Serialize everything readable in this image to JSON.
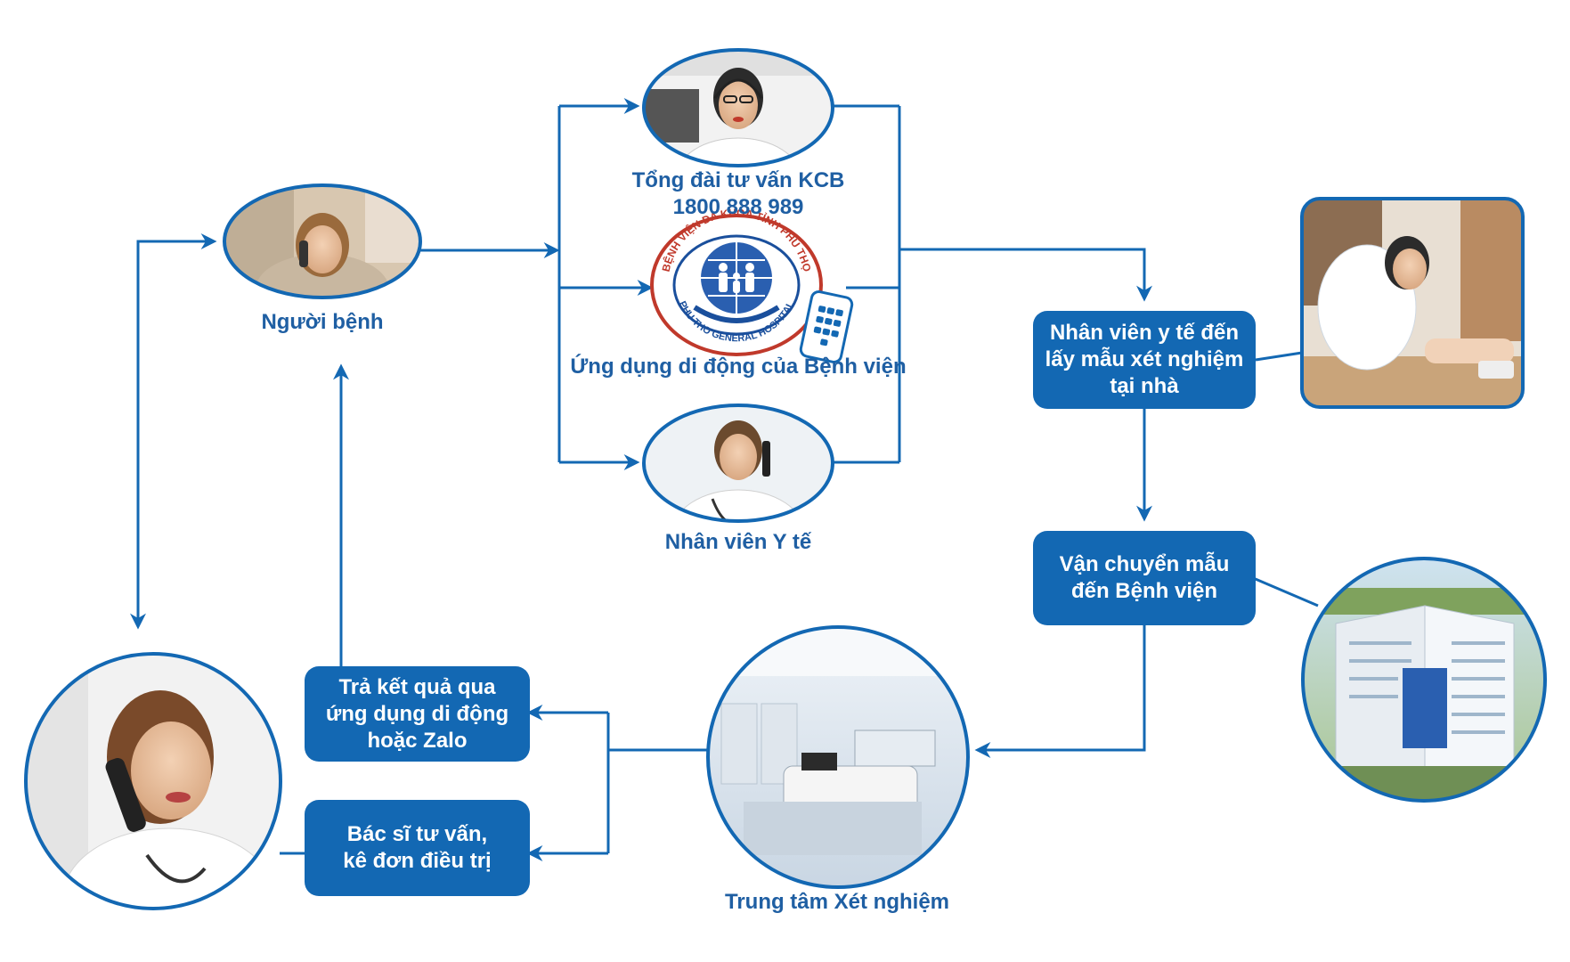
{
  "colors": {
    "accent": "#1368b3",
    "label_text": "#1f5fa3",
    "box_text": "#ffffff"
  },
  "nodes": {
    "patient": {
      "label": "Người bệnh"
    },
    "hotline": {
      "label_line1": "Tổng đài tư vấn KCB",
      "label_line2": "1800 888 989"
    },
    "mobile_app": {
      "label": "Ứng dụng di động của Bệnh viện",
      "logo_text_top": "BỆNH VIỆN ĐA KHOA TỈNH PHÚ THỌ",
      "logo_text_bottom": "PHU THO GENERAL HOSPITAL"
    },
    "medical_staff": {
      "label": "Nhân viên Y tế"
    },
    "lab_center": {
      "label": "Trung tâm Xét nghiệm"
    }
  },
  "steps": {
    "home_sampling": {
      "line1": "Nhân viên y tế đến",
      "line2": "lấy mẫu xét nghiệm",
      "line3": "tại nhà"
    },
    "transport": {
      "line1": "Vận chuyển mẫu",
      "line2": "đến Bệnh viện"
    },
    "return_results": {
      "line1": "Trả kết quả qua",
      "line2": "ứng dụng di động",
      "line3": "hoặc Zalo"
    },
    "doctor_consult": {
      "line1": "Bác sĩ tư vấn,",
      "line2": "kê đơn điều trị"
    }
  },
  "icons": {
    "patient_photo": "person-on-phone-icon",
    "hotline_photo": "headset-operator-icon",
    "hospital_logo": "hospital-logo-icon",
    "phone_keypad": "mobile-phone-icon",
    "staff_photo": "nurse-on-phone-icon",
    "nurse_photo": "nurse-drawing-blood-icon",
    "hospital_photo": "hospital-building-icon",
    "lab_photo": "laboratory-icon",
    "doctor_photo": "doctor-on-phone-icon"
  }
}
